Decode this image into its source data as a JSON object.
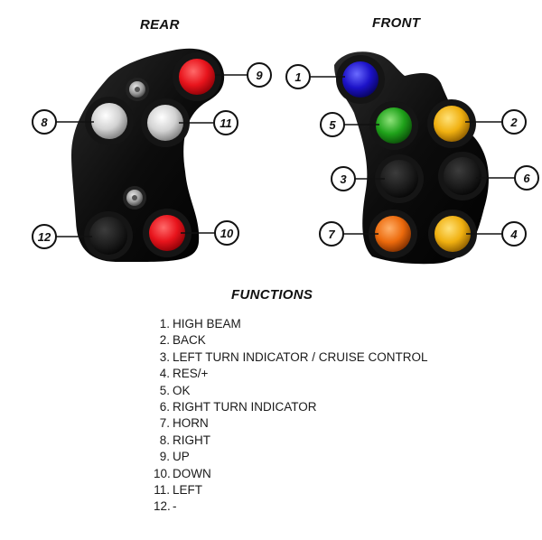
{
  "headings": {
    "rear": "REAR",
    "front": "FRONT",
    "functions": "FUNCTIONS"
  },
  "colors": {
    "red": "#e8141c",
    "blue": "#1c12c8",
    "green": "#1fa21a",
    "yellow": "#f0b010",
    "orange": "#ec6a0c",
    "white": "#d8d8d8",
    "black": "#1c1c1c",
    "housing": "#0c0c0c"
  },
  "callouts": {
    "rear": [
      {
        "number": "9",
        "button_color": "red"
      },
      {
        "number": "8",
        "button_color": "white"
      },
      {
        "number": "11",
        "button_color": "white"
      },
      {
        "number": "12",
        "button_color": "black"
      },
      {
        "number": "10",
        "button_color": "red"
      }
    ],
    "front": [
      {
        "number": "1",
        "button_color": "blue"
      },
      {
        "number": "5",
        "button_color": "green"
      },
      {
        "number": "2",
        "button_color": "yellow"
      },
      {
        "number": "3",
        "button_color": "black"
      },
      {
        "number": "6",
        "button_color": "black"
      },
      {
        "number": "7",
        "button_color": "orange"
      },
      {
        "number": "4",
        "button_color": "yellow"
      }
    ]
  },
  "functions": [
    {
      "num": "1.",
      "label": "HIGH BEAM"
    },
    {
      "num": "2.",
      "label": "BACK"
    },
    {
      "num": "3.",
      "label": "LEFT TURN INDICATOR / CRUISE CONTROL"
    },
    {
      "num": "4.",
      "label": "RES/+"
    },
    {
      "num": "5.",
      "label": "OK"
    },
    {
      "num": "6.",
      "label": "RIGHT TURN INDICATOR"
    },
    {
      "num": "7.",
      "label": "HORN"
    },
    {
      "num": "8.",
      "label": "RIGHT"
    },
    {
      "num": "9.",
      "label": "UP"
    },
    {
      "num": "10.",
      "label": "DOWN"
    },
    {
      "num": "11.",
      "label": "LEFT"
    },
    {
      "num": "12.",
      "label": "-"
    }
  ]
}
